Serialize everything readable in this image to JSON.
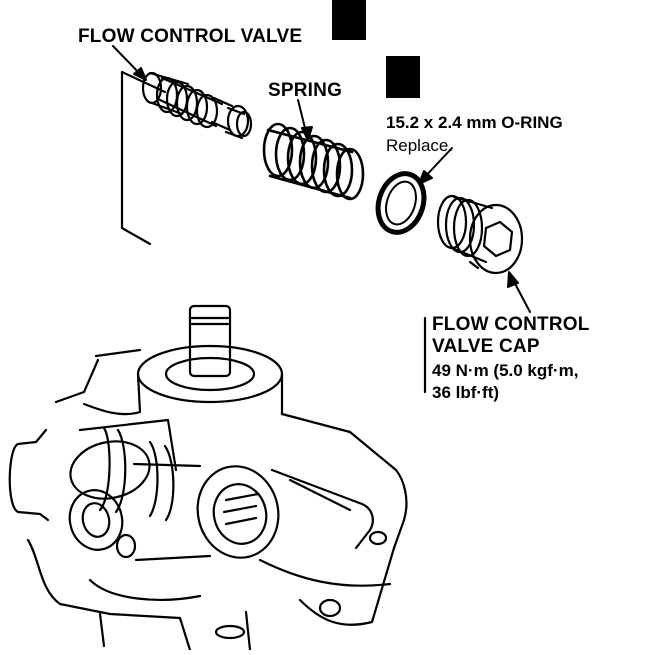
{
  "labels": {
    "flow_control_valve": "FLOW CONTROL VALVE",
    "spring": "SPRING",
    "oring_size": "15.2 x 2.4 mm O-RING",
    "oring_note": "Replace.",
    "cap_line1": "FLOW CONTROL",
    "cap_line2": "VALVE CAP",
    "torque_line1": "49 N·m (5.0 kgf·m,",
    "torque_line2": "36 lbf·ft)"
  },
  "icons": {
    "fluid_badge": "fluid-symbol-icon",
    "replace_badge": "replace-symbol-icon"
  },
  "colors": {
    "ink": "#000000",
    "paper": "#ffffff"
  }
}
